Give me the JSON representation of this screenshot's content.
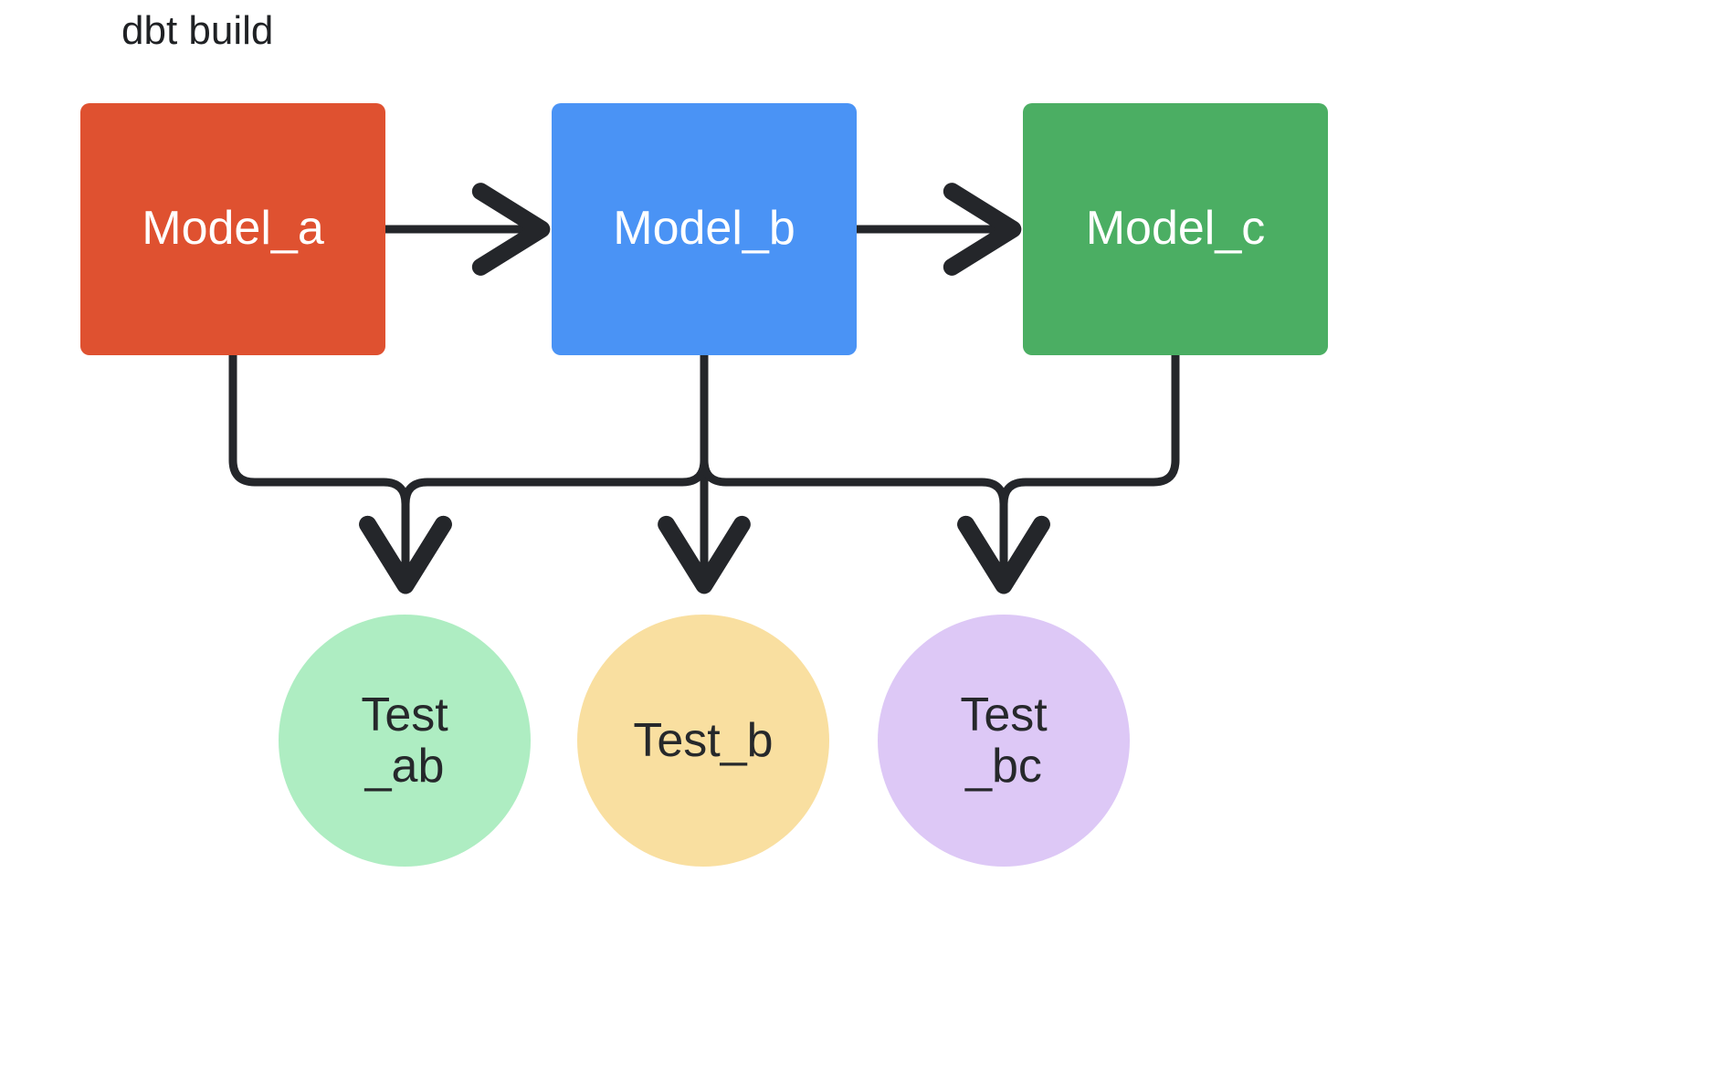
{
  "diagram": {
    "title": "dbt build",
    "type": "dag",
    "background_color": "#ffffff",
    "edge_color": "#24262a",
    "nodes": [
      {
        "id": "model_a",
        "label": "Model_a",
        "shape": "rounded-rectangle",
        "fill": "#df5130",
        "text_color": "#ffffff",
        "kind": "model"
      },
      {
        "id": "model_b",
        "label": "Model_b",
        "shape": "rounded-rectangle",
        "fill": "#4a93f5",
        "text_color": "#ffffff",
        "kind": "model"
      },
      {
        "id": "model_c",
        "label": "Model_c",
        "shape": "rounded-rectangle",
        "fill": "#4bae63",
        "text_color": "#ffffff",
        "kind": "model"
      },
      {
        "id": "test_ab",
        "label": "Test\n_ab",
        "shape": "circle",
        "fill": "#aeedc2",
        "text_color": "#26282b",
        "kind": "test"
      },
      {
        "id": "test_b",
        "label": "Test_b",
        "shape": "circle",
        "fill": "#f9dfa0",
        "text_color": "#26282b",
        "kind": "test"
      },
      {
        "id": "test_bc",
        "label": "Test\n_bc",
        "shape": "circle",
        "fill": "#ddc8f6",
        "text_color": "#26282b",
        "kind": "test"
      }
    ],
    "edges": [
      {
        "from": "model_a",
        "to": "model_b",
        "style": "straight-horizontal",
        "arrow": true
      },
      {
        "from": "model_b",
        "to": "model_c",
        "style": "straight-horizontal",
        "arrow": true
      },
      {
        "from": "model_a",
        "to": "test_ab",
        "style": "orthogonal-elbow",
        "arrow": true
      },
      {
        "from": "model_b",
        "to": "test_ab",
        "style": "orthogonal-elbow",
        "arrow": true
      },
      {
        "from": "model_b",
        "to": "test_b",
        "style": "straight-vertical",
        "arrow": true
      },
      {
        "from": "model_b",
        "to": "test_bc",
        "style": "orthogonal-elbow",
        "arrow": true
      },
      {
        "from": "model_c",
        "to": "test_bc",
        "style": "orthogonal-elbow",
        "arrow": true
      }
    ]
  }
}
